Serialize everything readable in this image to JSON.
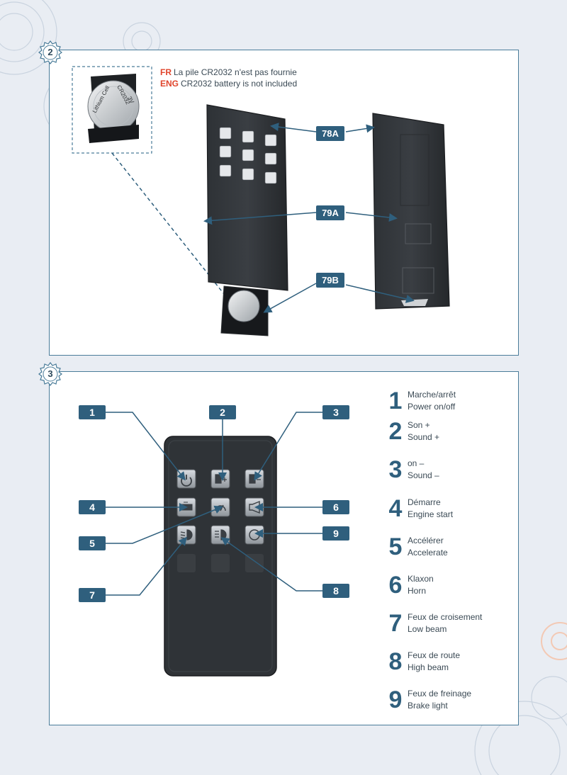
{
  "steps": {
    "step2": "2",
    "step3": "3"
  },
  "battery_note": {
    "fr_tag": "FR",
    "fr_text": "La pile CR2032 n'est pas fournie",
    "en_tag": "ENG",
    "en_text": "CR2032 battery is not included"
  },
  "coin_cell": {
    "brand": "Lithium Cell",
    "model": "CR2032",
    "voltage": "3V"
  },
  "part_callouts": [
    "78A",
    "79A",
    "79B"
  ],
  "button_callouts": [
    "1",
    "2",
    "3",
    "4",
    "5",
    "6",
    "7",
    "8",
    "9"
  ],
  "legend": [
    {
      "num": "1",
      "fr": "Marche/arrêt",
      "en": "Power on/off"
    },
    {
      "num": "2",
      "fr": "Son +",
      "en": "Sound +"
    },
    {
      "num": "3",
      "fr": "on –",
      "en": "Sound –"
    },
    {
      "num": "4",
      "fr": "Démarre",
      "en": "Engine start"
    },
    {
      "num": "5",
      "fr": "Accélérer",
      "en": "Accelerate"
    },
    {
      "num": "6",
      "fr": "Klaxon",
      "en": "Horn"
    },
    {
      "num": "7",
      "fr": "Feux de croisement",
      "en": "Low beam"
    },
    {
      "num": "8",
      "fr": "Feux de route",
      "en": "High beam"
    },
    {
      "num": "9",
      "fr": "Feux de freinage",
      "en": "Brake light"
    }
  ],
  "icons": [
    "power-icon",
    "volume-up-icon",
    "volume-down-icon",
    "engine-start-icon",
    "speedometer-icon",
    "horn-icon",
    "low-beam-icon",
    "high-beam-icon",
    "brake-light-icon"
  ],
  "colors": {
    "accent": "#2f5f7d",
    "lang_tag": "#e0442b",
    "border": "#4a7c99",
    "background": "#e9edf3"
  }
}
